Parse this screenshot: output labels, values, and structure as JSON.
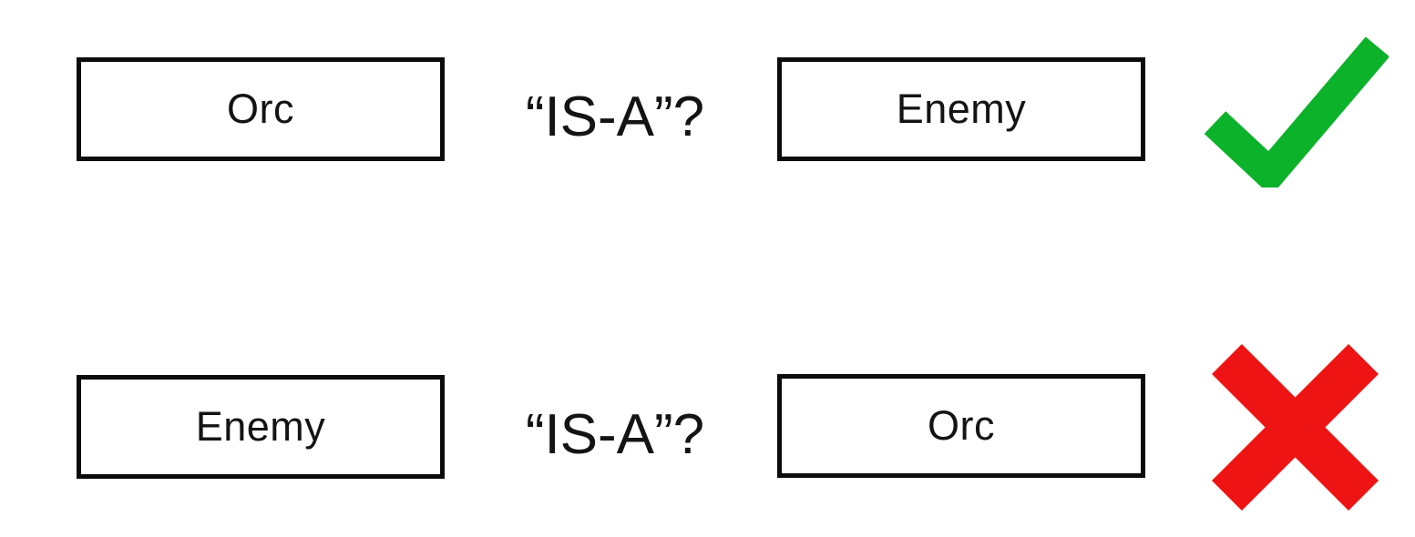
{
  "slide": {
    "background": "#ffffff",
    "description": "IS-A relationship validity diagram"
  },
  "rows": [
    {
      "left_box": "Orc",
      "relation": "“IS-A”?",
      "right_box": "Enemy",
      "verdict": "valid",
      "verdict_icon": "check-icon"
    },
    {
      "left_box": "Enemy",
      "relation": "“IS-A”?",
      "right_box": "Orc",
      "verdict": "invalid",
      "verdict_icon": "cross-icon"
    }
  ],
  "colors": {
    "check_green": "#0db22b",
    "cross_red": "#ef1414",
    "box_border": "#0c0c0c",
    "text": "#141414"
  }
}
